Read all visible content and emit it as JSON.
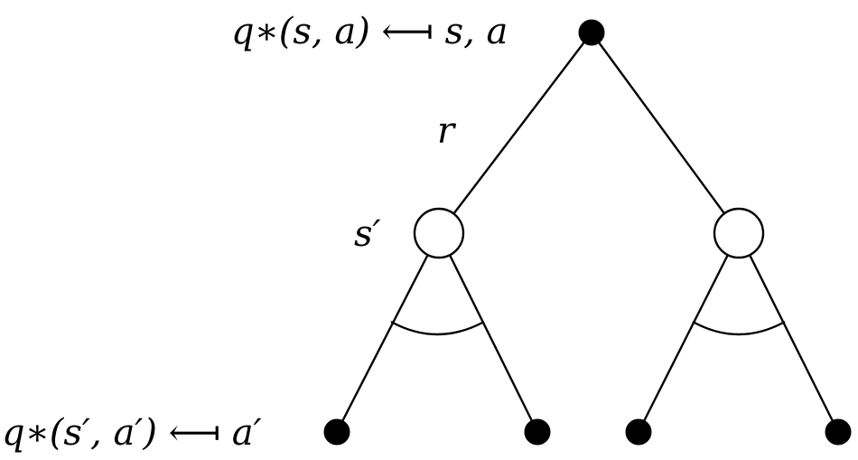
{
  "labels": {
    "root": "q∗(s, a) ⟻ s, a",
    "reward": "r",
    "next_state": "s′",
    "leaf": "q∗(s′, a′) ⟻ a′"
  },
  "colors": {
    "stroke": "#000000",
    "solid_node": "#000000",
    "hollow_node": "#ffffff"
  }
}
